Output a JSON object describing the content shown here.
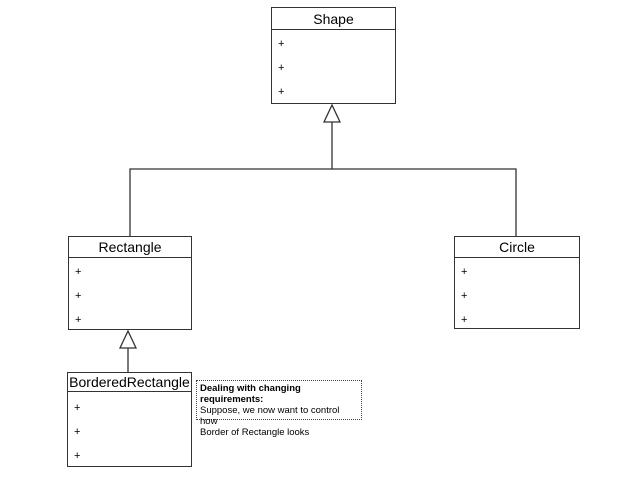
{
  "diagram": {
    "type": "uml-class-diagram",
    "classes": [
      {
        "name": "Shape",
        "members": [
          "+",
          "+",
          "+"
        ]
      },
      {
        "name": "Rectangle",
        "members": [
          "+",
          "+",
          "+"
        ]
      },
      {
        "name": "Circle",
        "members": [
          "+",
          "+",
          "+"
        ]
      },
      {
        "name": "BorderedRectangle",
        "members": [
          "+",
          "+",
          "+"
        ]
      }
    ],
    "relationships": [
      {
        "type": "generalization",
        "from": "Rectangle",
        "to": "Shape"
      },
      {
        "type": "generalization",
        "from": "Circle",
        "to": "Shape"
      },
      {
        "type": "generalization",
        "from": "BorderedRectangle",
        "to": "Rectangle"
      }
    ],
    "note": {
      "title": "Dealing with changing requirements:",
      "lines": [
        "Suppose, we now want to control how",
        "Border of Rectangle looks"
      ]
    },
    "colors": {
      "line": "#333333",
      "background": "#ffffff",
      "text": "#000000"
    }
  }
}
